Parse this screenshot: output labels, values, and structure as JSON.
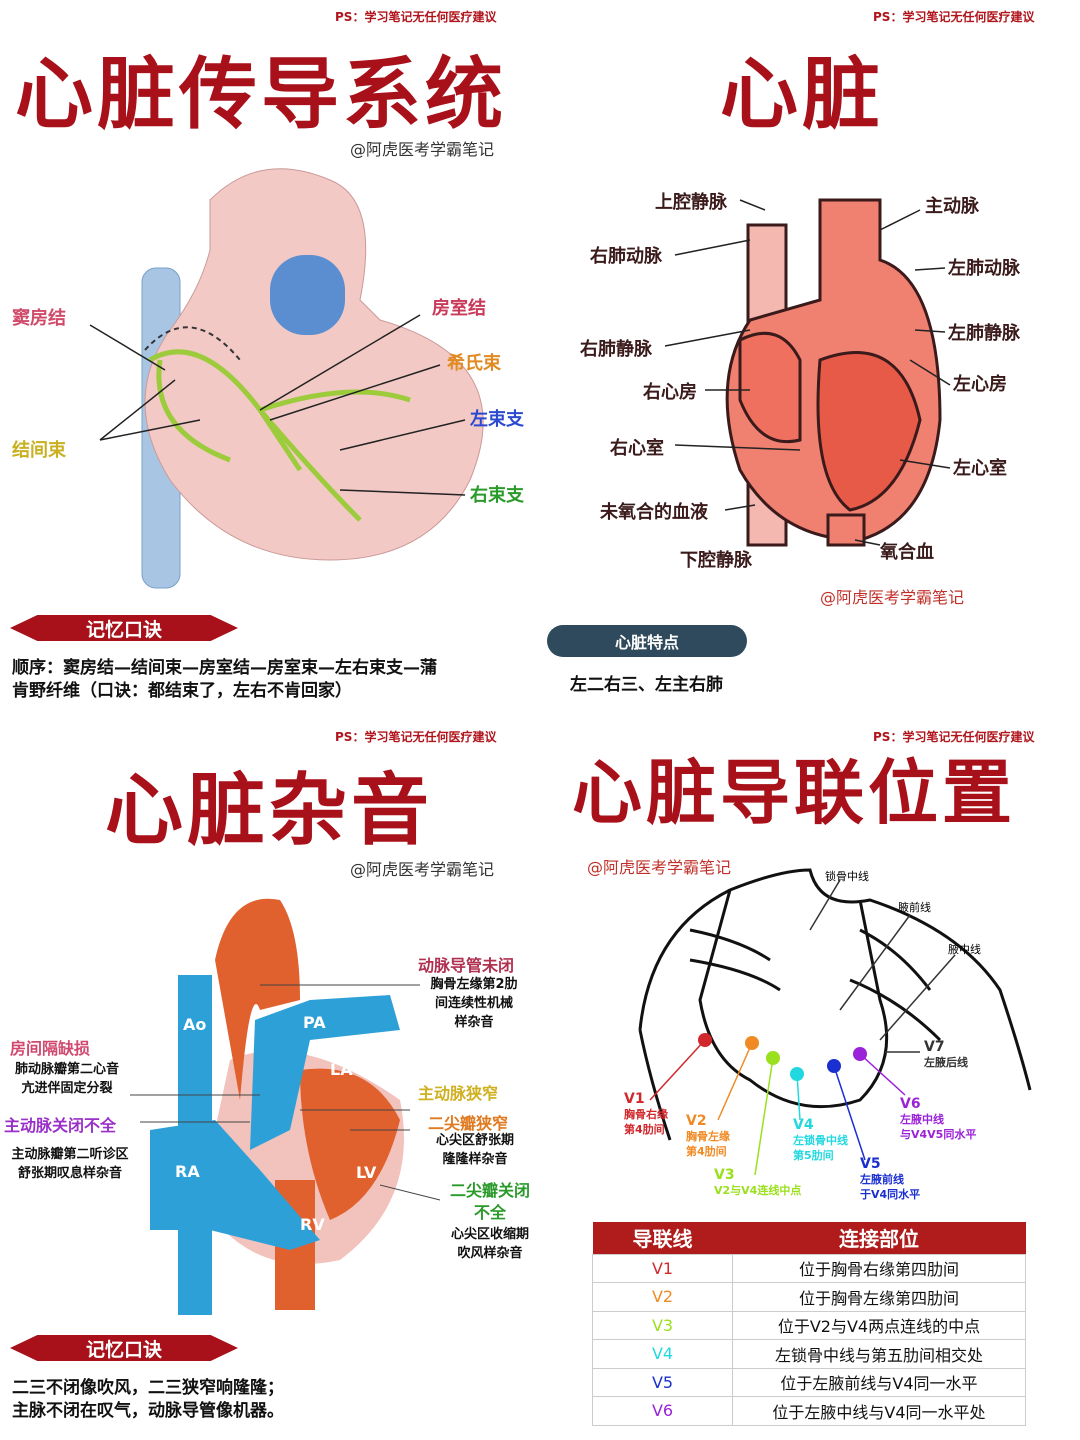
{
  "disclaimer": "PS：学习笔记无任何医疗建议",
  "watermark": "@阿虎医考学霸笔记",
  "q1": {
    "title": "心脏传导系统",
    "labels": {
      "sa": "窦房结",
      "internodal": "结间束",
      "av": "房室结",
      "his": "希氏束",
      "lbb": "左束支",
      "rbb": "右束支"
    },
    "banner": "记忆口诀",
    "text1": "顺序：窦房结—结间束—房室结—房室束—左右束支—蒲",
    "text2": "肯野纤维（口诀：都结束了，左右不肯回家）"
  },
  "q2": {
    "title": "心脏",
    "labels": {
      "svc": "上腔静脉",
      "aorta": "主动脉",
      "rpa": "右肺动脉",
      "lpa": "左肺动脉",
      "rpv": "右肺静脉",
      "lpv": "左肺静脉",
      "ra": "右心房",
      "la": "左心房",
      "rv": "右心室",
      "lv": "左心室",
      "deoxy": "未氧合的血液",
      "ivc": "下腔静脉",
      "oxy": "氧合血"
    },
    "banner": "心脏特点",
    "text": "左二右三、左主右肺"
  },
  "q3": {
    "title": "心脏杂音",
    "labels": {
      "pda": "动脉导管未闭",
      "pda_d": [
        "胸骨左缘第2肋",
        "间连续性机械",
        "样杂音"
      ],
      "asd": "房间隔缺损",
      "asd_d": [
        "肺动脉瓣第二心音",
        "亢进伴固定分裂"
      ],
      "ar": "主动脉关闭不全",
      "ar_d": [
        "主动脉瓣第二听诊区",
        "舒张期叹息样杂音"
      ],
      "as": "主动脉狭窄",
      "ms": "二尖瓣狭窄",
      "ms_d": [
        "心尖区舒张期",
        "隆隆样杂音"
      ],
      "mr": [
        "二尖瓣关闭",
        "不全"
      ],
      "mr_d": [
        "心尖区收缩期",
        "吹风样杂音"
      ],
      "ao": "Ao",
      "pa": "PA",
      "la": "LA",
      "ra": "RA",
      "rv": "RV",
      "lv": "LV"
    },
    "banner": "记忆口诀",
    "text1": "二三不闭像吹风，二三狭窄响隆隆；",
    "text2": "主脉不闭在叹气，动脉导管像机器。"
  },
  "q4": {
    "title": "心脏导联位置",
    "lines": {
      "mcl": "锁骨中线",
      "aal": "腋前线",
      "mal": "腋中线"
    },
    "leads": [
      {
        "name": "V1",
        "d": [
          "胸骨右缘",
          "第4肋间"
        ],
        "color": "#d0282c"
      },
      {
        "name": "V2",
        "d": [
          "胸骨左缘",
          "第4肋间"
        ],
        "color": "#f08a24"
      },
      {
        "name": "V3",
        "d": [
          "V2与V4连线中点"
        ],
        "color": "#9be01c"
      },
      {
        "name": "V4",
        "d": [
          "左锁骨中线",
          "第5肋间"
        ],
        "color": "#22d8e0"
      },
      {
        "name": "V5",
        "d": [
          "左腋前线",
          "于V4同水平"
        ],
        "color": "#1a2fd0"
      },
      {
        "name": "V6",
        "d": [
          "左腋中线",
          "与V4V5同水平"
        ],
        "color": "#9a22d8"
      },
      {
        "name": "V7",
        "d": [
          "左腋后线"
        ],
        "color": "#333333"
      }
    ],
    "table": {
      "headers": [
        "导联线",
        "连接部位"
      ],
      "rows": [
        [
          "V1",
          "位于胸骨右缘第四肋间"
        ],
        [
          "V2",
          "位于胸骨左缘第四肋间"
        ],
        [
          "V3",
          "位于V2与V4两点连线的中点"
        ],
        [
          "V4",
          "左锁骨中线与第五肋间相交处"
        ],
        [
          "V5",
          "位于左腋前线与V4同一水平"
        ],
        [
          "V6",
          "位于左腋中线与V4同一水平处"
        ]
      ]
    }
  },
  "colors": {
    "title": "#a8101a",
    "banner_slate": "#2f4a5c"
  }
}
